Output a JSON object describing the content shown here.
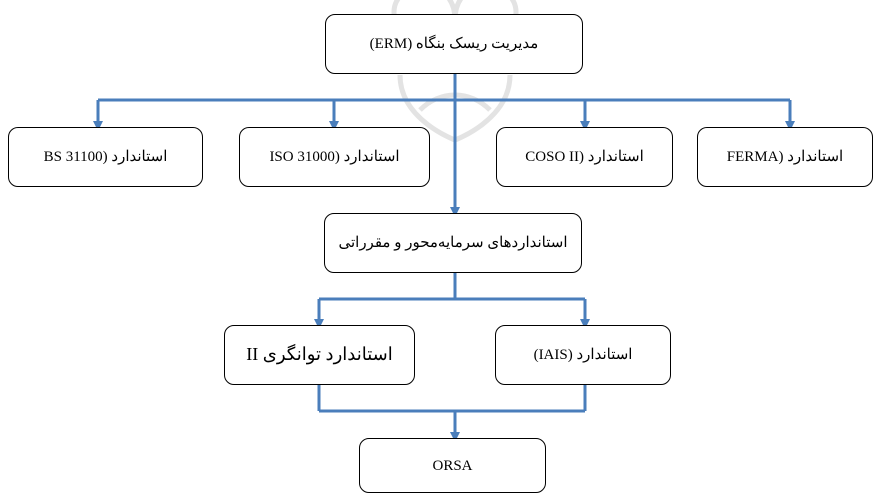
{
  "diagram": {
    "colors": {
      "connector": "#4a7ebb",
      "box_border": "#000000",
      "watermark": "#e3e3e3"
    },
    "nodes": {
      "erm": "مدیریت ریسک بنگاه (ERM)",
      "ferma": "استاندارد (FERMA",
      "coso": "استاندارد (COSO II",
      "iso": "استاندارد (ISO 31000",
      "bs": "استاندارد (BS 31100",
      "capital": "استانداردهای سرمایه‌محور و مقرراتی",
      "iais": "استاندارد (IAIS)",
      "solvency": "استاندارد توانگری II",
      "orsa": "ORSA"
    }
  }
}
